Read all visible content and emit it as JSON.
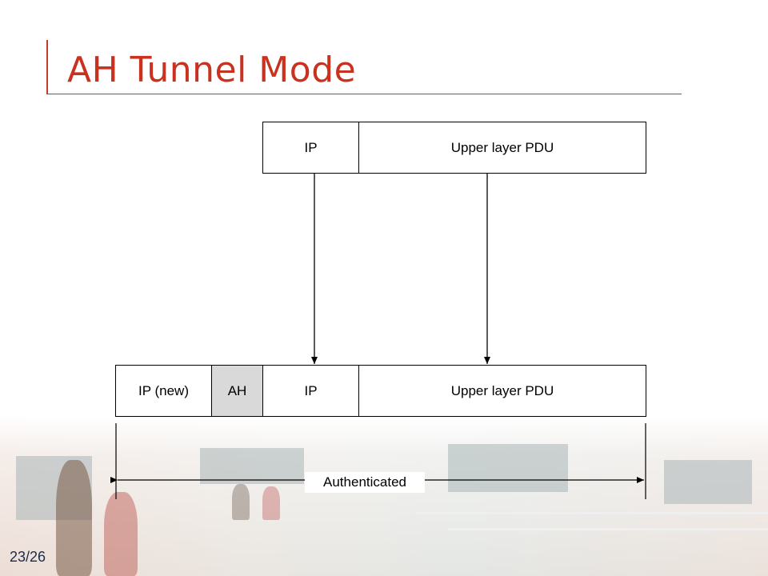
{
  "slide": {
    "title": "AH Tunnel Mode",
    "page_number": "23/26",
    "accent_color": "#c8321f"
  },
  "original_packet": {
    "ip_label": "IP",
    "pdu_label": "Upper layer PDU"
  },
  "tunnel_packet": {
    "new_ip_label": "IP (new)",
    "ah_label": "AH",
    "ip_label": "IP",
    "pdu_label": "Upper layer PDU",
    "ah_fill_color": "#d9d9d9"
  },
  "authenticated_label": "Authenticated"
}
